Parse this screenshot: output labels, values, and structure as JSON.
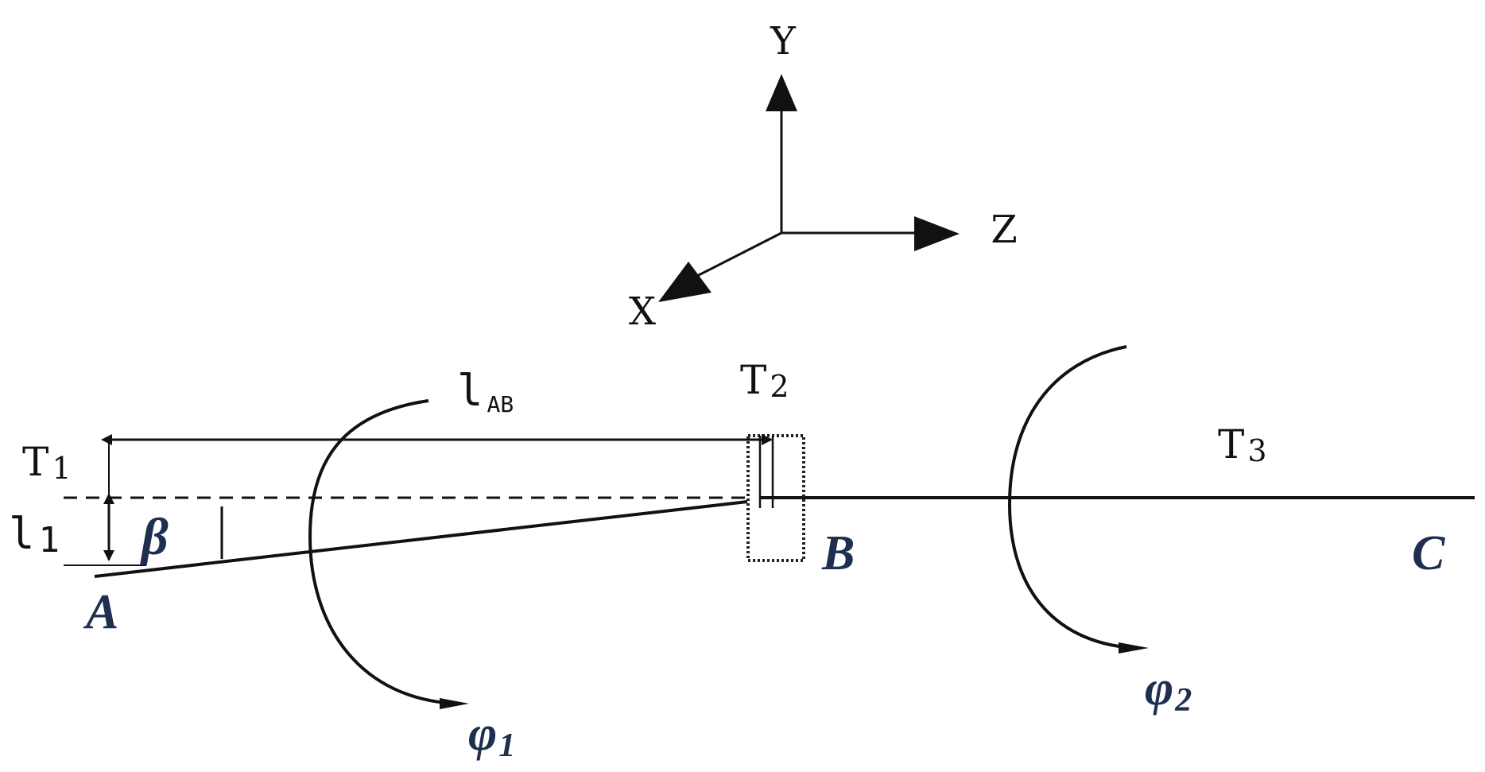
{
  "axes": {
    "y_label": "Y",
    "z_label": "Z",
    "x_label": "X"
  },
  "labels": {
    "l_ab_main": "l",
    "l_ab_sub": "AB",
    "t1_main": "T",
    "t1_sub": "1",
    "t2_main": "T",
    "t2_sub": "2",
    "t3_main": "T",
    "t3_sub": "3",
    "l1_main": "l",
    "l1_sub": "1",
    "beta": "β",
    "point_a": "A",
    "point_b": "B",
    "point_c": "C",
    "phi1_main": "φ",
    "phi1_sub": "1",
    "phi2_main": "φ",
    "phi2_sub": "2"
  },
  "colors": {
    "line": "#111111",
    "point_label": "#1e2f4f",
    "phi_label": "#1e2f4f"
  }
}
